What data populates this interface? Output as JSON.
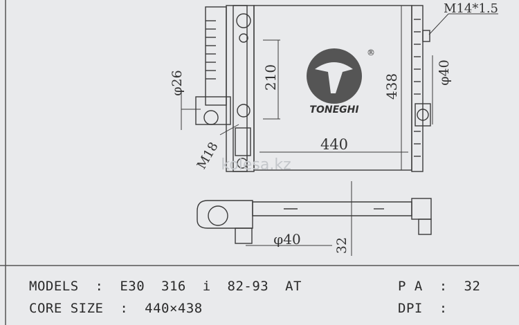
{
  "drawing": {
    "dimensions": {
      "thread": "M14*1.5",
      "hose_left": "φ26",
      "height_inner": "210",
      "height_core": "438",
      "hose_right": "φ40",
      "width": "440",
      "bottom_fitting": "M18",
      "bottom_hose": "φ40",
      "tank_depth": "32"
    },
    "logo": {
      "text": "TONEGHI",
      "registered": "®"
    },
    "watermark": "kolesa.kz"
  },
  "specs": {
    "models": "MODELS  :  E30  316  i  82-93  AT",
    "core_size": "CORE SIZE  :  440×438",
    "pa": "P A  :  32",
    "dpi": "DPI  :"
  },
  "colors": {
    "background": "#e9eaec",
    "line": "#3a3a3a",
    "logo": "#555555"
  }
}
